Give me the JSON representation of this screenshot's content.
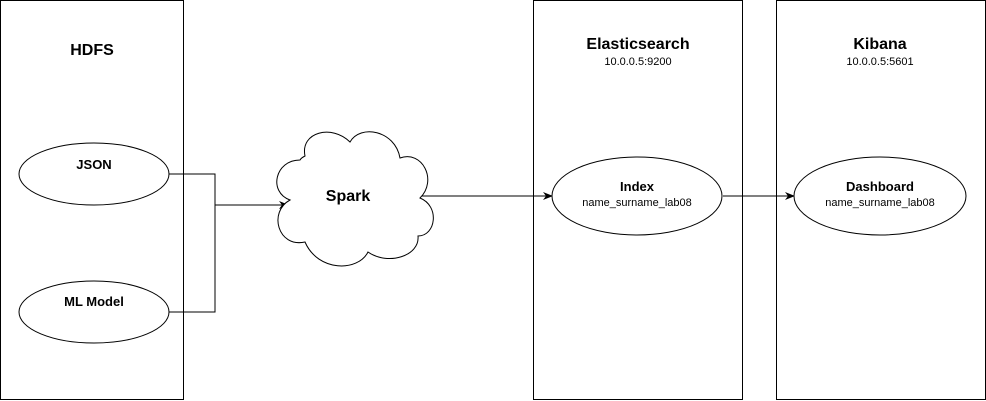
{
  "containers": {
    "hdfs": {
      "title": "HDFS"
    },
    "elasticsearch": {
      "title": "Elasticsearch",
      "address": "10.0.0.5:9200"
    },
    "kibana": {
      "title": "Kibana",
      "address": "10.0.0.5:5601"
    }
  },
  "nodes": {
    "json": {
      "label": "JSON"
    },
    "ml_model": {
      "label": "ML Model"
    },
    "spark": {
      "label": "Spark"
    },
    "index": {
      "label": "Index",
      "name": "name_surname_lab08"
    },
    "dashboard": {
      "label": "Dashboard",
      "name": "name_surname_lab08"
    }
  },
  "colors": {
    "stroke": "#000000",
    "fill": "#ffffff",
    "text": "#000000"
  }
}
